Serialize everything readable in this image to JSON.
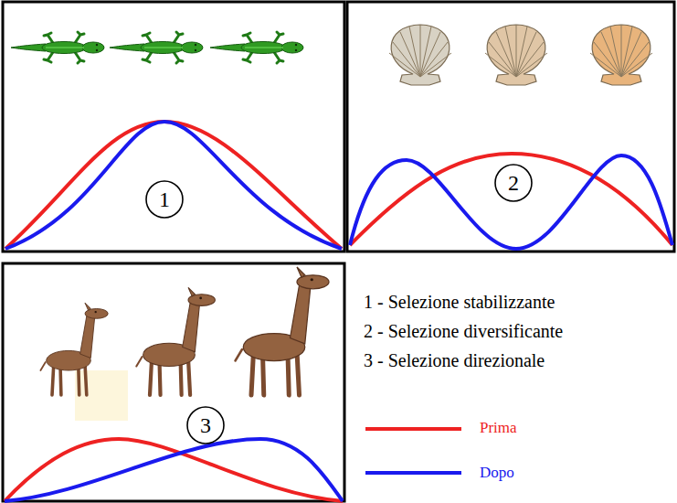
{
  "diagram": {
    "nodes": [
      {
        "text": [
          "1"
        ]
      },
      {
        "text": [
          "2"
        ]
      },
      {
        "text": [
          "3"
        ]
      }
    ],
    "edges": [],
    "labels": [
      "1 - Selezione stabilizzante",
      "2 - Selezione diversificante",
      "3 - Selezione direzionale"
    ],
    "legend": [
      {
        "text": "Prima"
      },
      {
        "text": "Dopo"
      }
    ]
  }
}
